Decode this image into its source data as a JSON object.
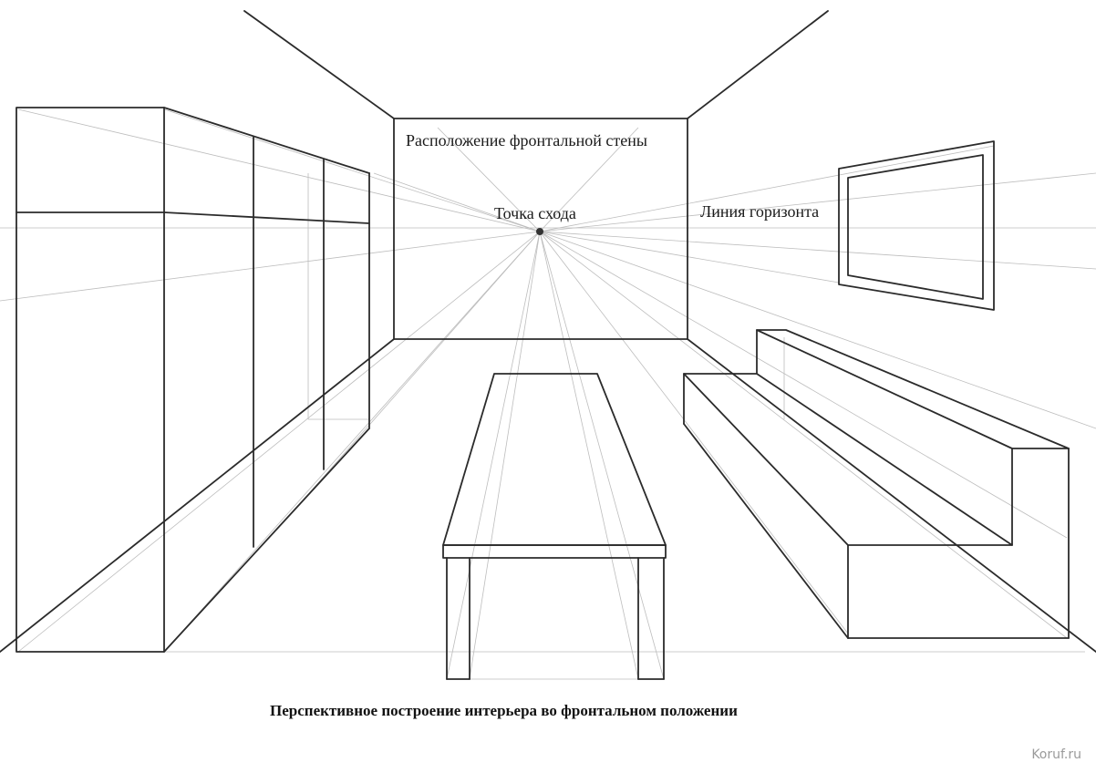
{
  "labels": {
    "frontal_wall": "Расположение фронтальной стены",
    "vanishing_point": "Точка схода",
    "horizon_line": "Линия горизонта"
  },
  "caption": "Перспективное построение интерьера во фронтальном положении",
  "watermark": "Koruf.ru"
}
